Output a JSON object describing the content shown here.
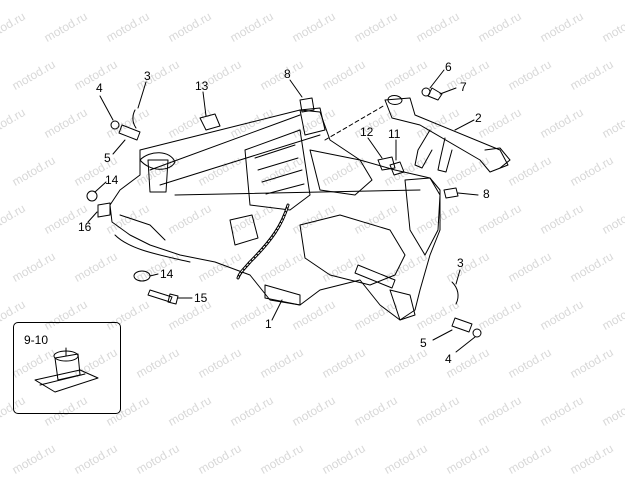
{
  "watermark": "motod.ru",
  "callouts": {
    "c1": "1",
    "c2": "2",
    "c3a": "3",
    "c3b": "3",
    "c4a": "4",
    "c4b": "4",
    "c5a": "5",
    "c5b": "5",
    "c6": "6",
    "c7": "7",
    "c8a": "8",
    "c8b": "8",
    "c11": "11",
    "c12": "12",
    "c13": "13",
    "c14a": "14",
    "c14b": "14",
    "c15": "15",
    "c16": "16"
  },
  "inset": {
    "label": "9-10"
  },
  "colors": {
    "line": "#000000",
    "watermark": "#d8d8d8",
    "background": "#ffffff"
  }
}
